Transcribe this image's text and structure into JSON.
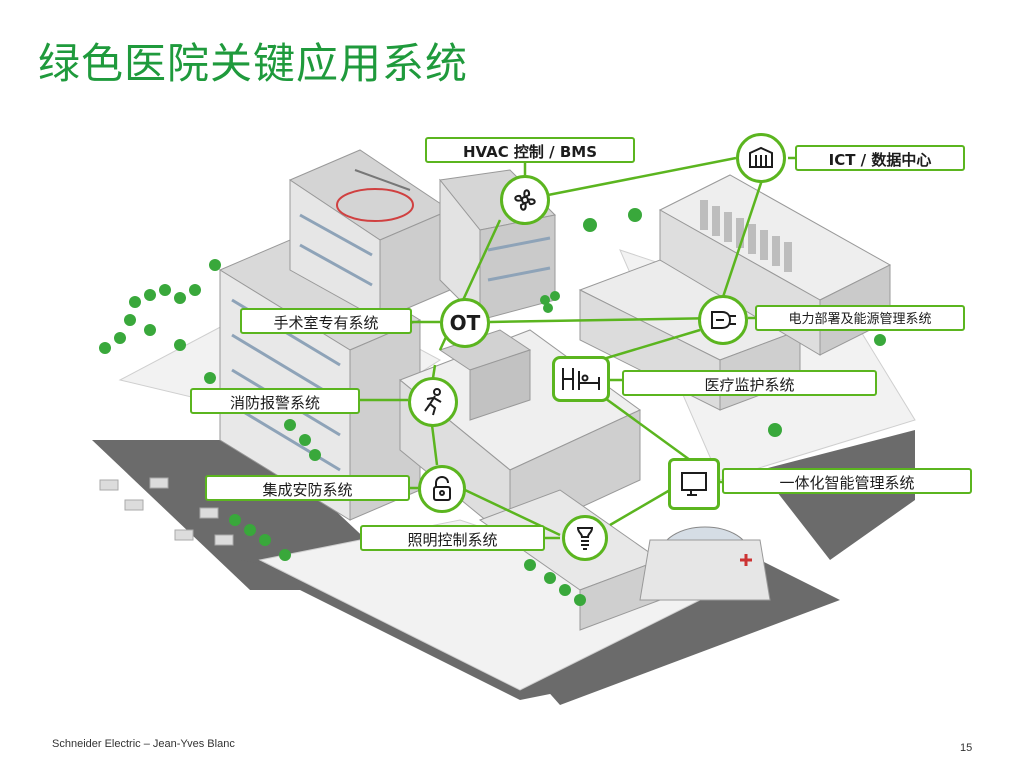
{
  "slide": {
    "title": "绿色医院关键应用系统",
    "footer_author": "Schneider Electric – Jean-Yves Blanc",
    "page_number": "15"
  },
  "labels": {
    "hvac": "HVAC 控制 / BMS",
    "ict": "ICT / 数据中心",
    "surgery": "手术室专有系统",
    "power": "电力部署及能源管理系统",
    "medical": "医疗监护系统",
    "fire": "消防报警系统",
    "integrated": "一体化智能管理系统",
    "security": "集成安防系统",
    "lighting": "照明控制系统"
  },
  "icons": {
    "ot_text": "OT",
    "names": [
      "fan-icon",
      "server-icon",
      "ot-icon",
      "plug-icon",
      "hospital-bed-icon",
      "running-person-icon",
      "monitor-icon",
      "padlock-icon",
      "bulb-icon"
    ]
  },
  "colors": {
    "accent": "#5bb51f",
    "title": "#1f9a3c",
    "road": "#6f6f6f",
    "building": "#e4e4e4"
  }
}
